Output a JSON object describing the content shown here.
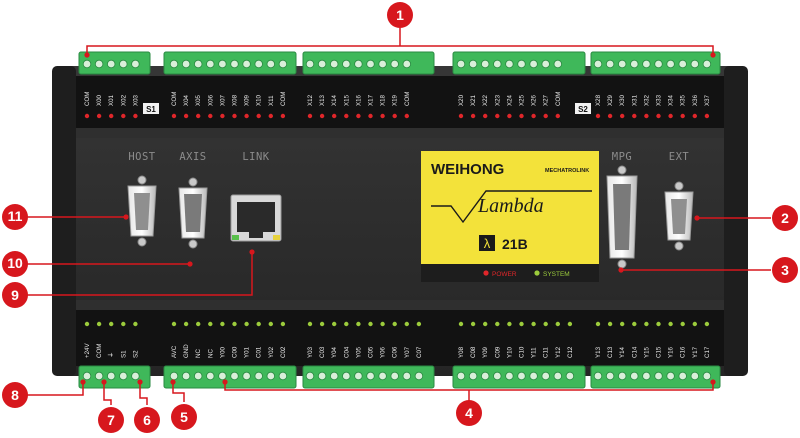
{
  "device": {
    "brand": "WEIHONG",
    "brand_secondary": "MECHATROLINK",
    "model_name": "Lambda",
    "model_code": "21B",
    "lambda_symbol": "λ",
    "led_power": "POWER",
    "led_system": "SYSTEM"
  },
  "ports": {
    "host": "HOST",
    "axis": "AXIS",
    "link": "LINK",
    "mpg": "MPG",
    "ext": "EXT"
  },
  "switch_labels": {
    "s1": "S1",
    "s2": "S2"
  },
  "top_terminals": [
    [
      "COM",
      "X00",
      "X01",
      "X02",
      "X03"
    ],
    [
      "COM",
      "X04",
      "X05",
      "X06",
      "X07",
      "X08",
      "X09",
      "X10",
      "X11",
      "COM"
    ],
    [
      "X12",
      "X13",
      "X14",
      "X15",
      "X16",
      "X17",
      "X18",
      "X19",
      "COM"
    ],
    [
      "X20",
      "X21",
      "X22",
      "X23",
      "X24",
      "X25",
      "X26",
      "X27",
      "COM"
    ],
    [
      "X28",
      "X29",
      "X30",
      "X31",
      "X32",
      "X33",
      "X34",
      "X35",
      "X36",
      "X37"
    ]
  ],
  "bottom_terminals": [
    [
      "+24V",
      "COM",
      "⏚",
      "S1",
      "S2"
    ],
    [
      "AVC",
      "GND",
      "NC",
      "NC",
      "Y00",
      "C00",
      "Y01",
      "C01",
      "Y02",
      "C02"
    ],
    [
      "Y03",
      "C03",
      "Y04",
      "C04",
      "Y05",
      "C05",
      "Y06",
      "C06",
      "Y07",
      "C07"
    ],
    [
      "Y08",
      "C08",
      "Y09",
      "C09",
      "Y10",
      "C10",
      "Y11",
      "C11",
      "Y12",
      "C12"
    ],
    [
      "Y13",
      "C13",
      "Y14",
      "C14",
      "Y15",
      "C15",
      "Y16",
      "C16",
      "Y17",
      "C17"
    ]
  ],
  "callouts": [
    "1",
    "2",
    "3",
    "4",
    "5",
    "6",
    "7",
    "8",
    "9",
    "10",
    "11"
  ],
  "colors": {
    "body": "#2b2b2b",
    "body_dark": "#1c1c1c",
    "terminal_green": "#3fb85a",
    "callout_red": "#d7171d",
    "yellow_panel": "#f3e23a",
    "led_red": "#e0262a",
    "led_green": "#9ccc3c"
  }
}
